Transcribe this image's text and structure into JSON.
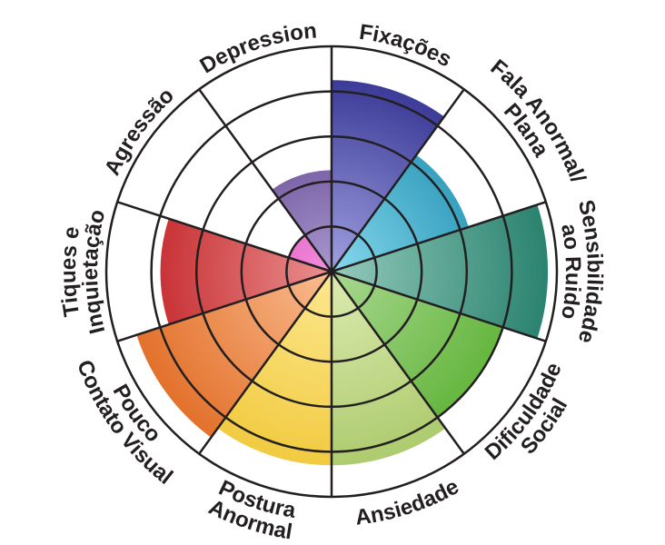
{
  "chart_data": {
    "type": "polar-area",
    "title": "",
    "scale": {
      "min": 0,
      "max": 5,
      "rings": 5
    },
    "grid": true,
    "categories": [
      {
        "lines": [
          "Fixações"
        ],
        "value": 4.25,
        "color_dark": "#2a2a8c",
        "color_light": "#a0a0e0"
      },
      {
        "lines": [
          "Fala Anormal/",
          "Plana"
        ],
        "value": 3.2,
        "color_dark": "#0b82a6",
        "color_light": "#86d8ec"
      },
      {
        "lines": [
          "Sensibilidade",
          "ao Ruido"
        ],
        "value": 4.8,
        "color_dark": "#26806c",
        "color_light": "#94cabc"
      },
      {
        "lines": [
          "Dificuldade",
          "Social"
        ],
        "value": 4.0,
        "color_dark": "#56ae2c",
        "color_light": "#a8d890"
      },
      {
        "lines": [
          "Ansiedade"
        ],
        "value": 4.3,
        "color_dark": "#a6c664",
        "color_light": "#dcebb0"
      },
      {
        "lines": [
          "Postura",
          "Anormal"
        ],
        "value": 4.3,
        "color_dark": "#efc634",
        "color_light": "#fde890"
      },
      {
        "lines": [
          "Pouco",
          "Contato Visual"
        ],
        "value": 4.55,
        "color_dark": "#e06a22",
        "color_light": "#fabc90"
      },
      {
        "lines": [
          "Tiques e",
          "Inquietação"
        ],
        "value": 3.8,
        "color_dark": "#be161a",
        "color_light": "#ea9090"
      },
      {
        "lines": [
          "Agressão"
        ],
        "value": 1.0,
        "color_dark": "#c00c9c",
        "color_light": "#f290dc"
      },
      {
        "lines": [
          "Depression"
        ],
        "value": 2.25,
        "color_dark": "#4a2878",
        "color_light": "#a898d0"
      }
    ],
    "line_color": "#231f20"
  }
}
